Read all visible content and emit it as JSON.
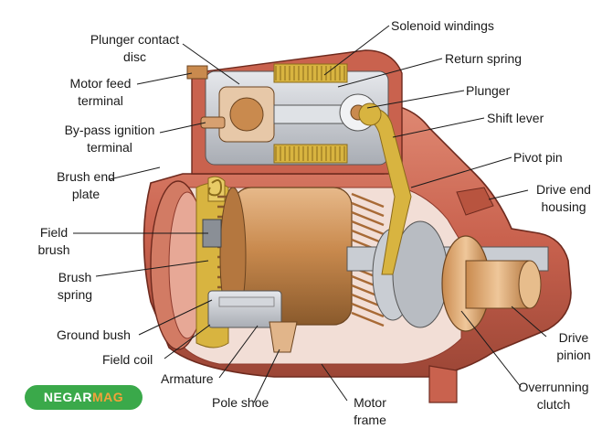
{
  "labels": {
    "plunger_contact_disc": "Plunger contact\ndisc",
    "motor_feed_terminal": "Motor feed\nterminal",
    "bypass_ignition_terminal": "By-pass ignition\nterminal",
    "brush_end_plate": "Brush end\nplate",
    "field_brush": "Field\nbrush",
    "brush_spring": "Brush\nspring",
    "ground_bush": "Ground bush",
    "field_coil": "Field coil",
    "armature": "Armature",
    "pole_shoe": "Pole shoe",
    "motor_frame": "Motor\nframe",
    "solenoid_windings": "Solenoid windings",
    "return_spring": "Return spring",
    "plunger": "Plunger",
    "shift_lever": "Shift lever",
    "pivot_pin": "Pivot pin",
    "drive_end_housing": "Drive end\nhousing",
    "drive_pinion": "Drive\npinion",
    "overrunning_clutch": "Overrunning\nclutch"
  },
  "logo": {
    "part1": "NEGAR",
    "part2": "MAG"
  },
  "colors": {
    "housing": "#c9624e",
    "housing_dark": "#8e3a2c",
    "copper": "#c98a4e",
    "steel": "#b8bcc2",
    "gold": "#d8b440",
    "logo_green": "#3aa94a",
    "logo_orange": "#f2a23a"
  }
}
